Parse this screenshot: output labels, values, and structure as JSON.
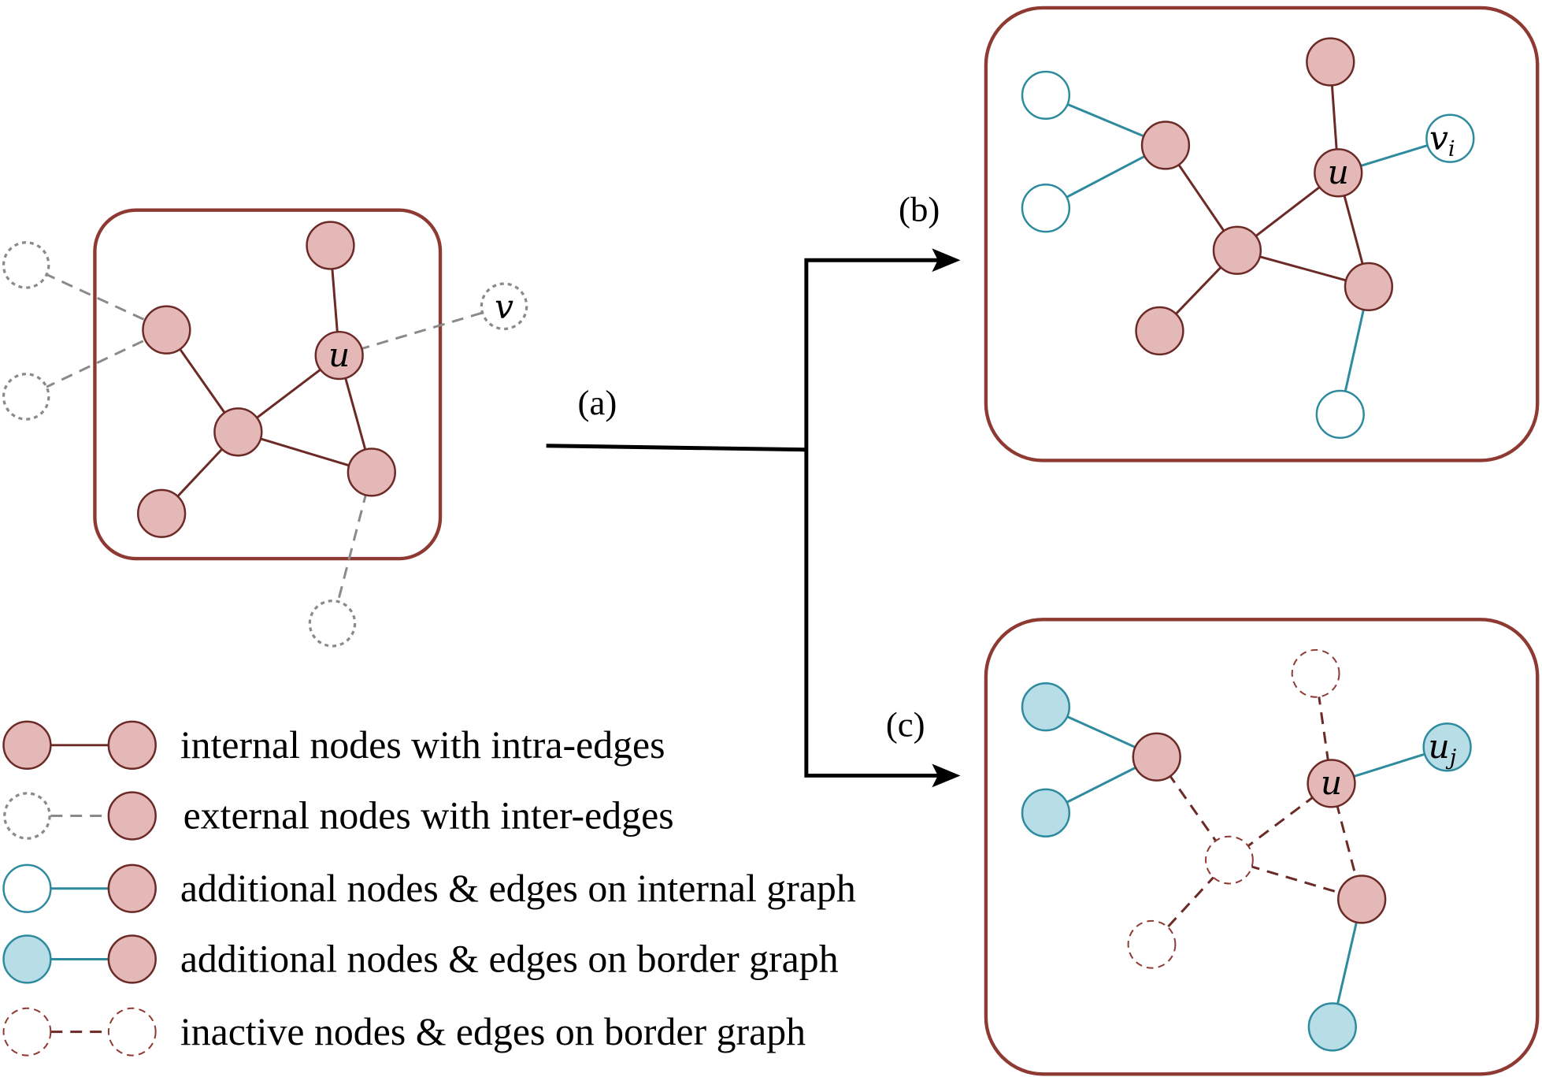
{
  "title": "Graph partition augmentation diagram",
  "colors": {
    "box_border": "#8E3A33",
    "internal_fill": "#E4B8B6",
    "internal_stroke": "#6B2A26",
    "external_stroke": "#8A8A8A",
    "additional_stroke": "#2E8B9E",
    "border_additional_fill": "#B7DDE6",
    "arrow": "#000000"
  },
  "steps": {
    "a": "(a)",
    "b": "(b)",
    "c": "(c)"
  },
  "panels": {
    "original": {
      "node_labels": {
        "u": "u",
        "v": "v"
      }
    },
    "b": {
      "node_labels": {
        "u": "u",
        "vi_base": "v",
        "vi_sub": "i"
      }
    },
    "c": {
      "node_labels": {
        "u": "u",
        "uj_base": "u",
        "uj_sub": "j"
      }
    }
  },
  "legend": [
    {
      "type": "internal",
      "label": "internal nodes with intra-edges"
    },
    {
      "type": "external",
      "label": "external nodes with inter-edges"
    },
    {
      "type": "additional-internal",
      "label": "additional nodes & edges on internal graph"
    },
    {
      "type": "additional-border",
      "label": "additional nodes & edges on border graph"
    },
    {
      "type": "inactive",
      "label": "inactive nodes & edges on border graph"
    }
  ]
}
